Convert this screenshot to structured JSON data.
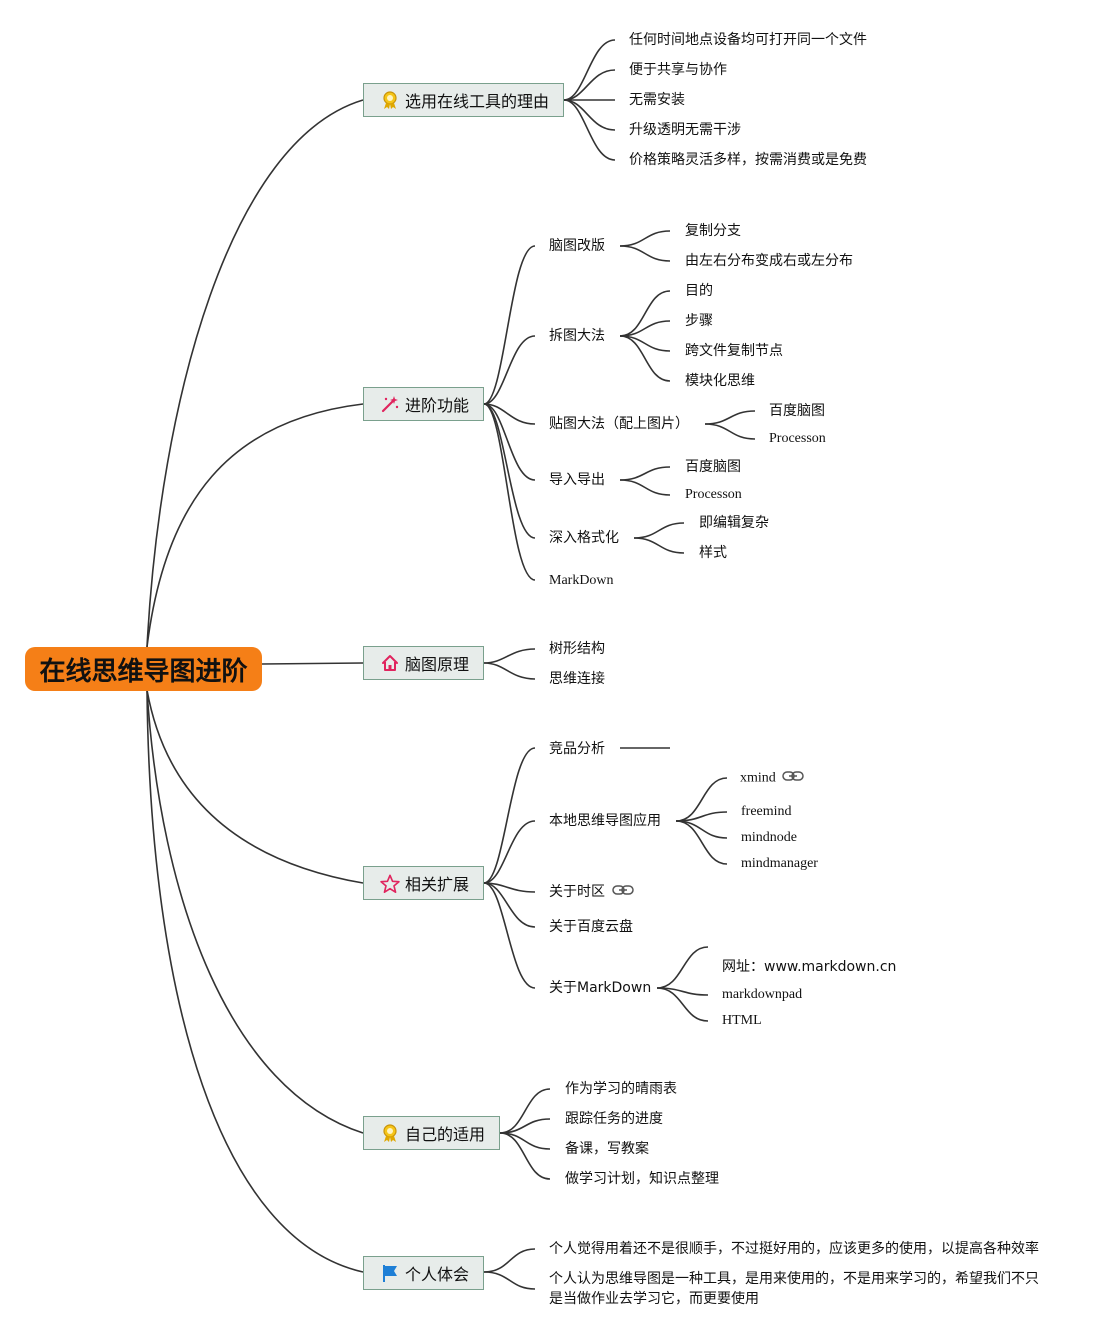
{
  "root": "在线思维导图进阶",
  "branches": {
    "reasons": {
      "label": "选用在线工具的理由",
      "icon": "award-ribbon-icon",
      "items": [
        "任何时间地点设备均可打开同一个文件",
        "便于共享与协作",
        "无需安装",
        "升级透明无需干涉",
        "价格策略灵活多样，按需消费或是免费"
      ]
    },
    "advanced": {
      "label": "进阶功能",
      "icon": "magic-wand-icon",
      "sub1": {
        "label": "脑图改版",
        "items": [
          "复制分支",
          "由左右分布变成右或左分布"
        ]
      },
      "sub2": {
        "label": "拆图大法",
        "items": [
          "目的",
          "步骤",
          "跨文件复制节点",
          "模块化思维"
        ]
      },
      "sub3": {
        "label": "贴图大法（配上图片）",
        "items": [
          "百度脑图",
          "Processon"
        ]
      },
      "sub4": {
        "label": "导入导出",
        "items": [
          "百度脑图",
          "Processon"
        ]
      },
      "sub5": {
        "label": "深入格式化",
        "items": [
          "即编辑复杂",
          "样式"
        ]
      },
      "sub6": {
        "label": "MarkDown"
      }
    },
    "principle": {
      "label": "脑图原理",
      "icon": "home-icon",
      "items": [
        "树形结构",
        "思维连接"
      ]
    },
    "extension": {
      "label": "相关扩展",
      "icon": "star-icon",
      "sub1": {
        "label": "竞品分析"
      },
      "sub2": {
        "label": "本地思维导图应用",
        "items": [
          "xmind",
          "freemind",
          "mindnode",
          "mindmanager"
        ]
      },
      "sub3": {
        "label": "关于时区"
      },
      "sub4": {
        "label": "关于百度云盘"
      },
      "sub5": {
        "label": "关于MarkDown",
        "items": [
          "网址：www.markdown.cn",
          "markdownpad",
          "HTML"
        ]
      }
    },
    "usage": {
      "label": "自己的适用",
      "icon": "award-ribbon-icon",
      "items": [
        "作为学习的晴雨表",
        "跟踪任务的进度",
        "备课，写教案",
        "做学习计划，知识点整理"
      ]
    },
    "feeling": {
      "label": "个人体会",
      "icon": "flag-icon",
      "items": [
        "个人觉得用着还不是很顺手，不过挺好用的，应该更多的使用，以提高各种效率",
        "个人认为思维导图是一种工具，是用来使用的，不是用来学习的，希望我们不只是当做作业去学习它，而更要使用"
      ]
    }
  },
  "colors": {
    "root": "#f57f17",
    "main_bg": "#e7ecea",
    "main_border": "#7aa08d",
    "line": "#333333"
  }
}
